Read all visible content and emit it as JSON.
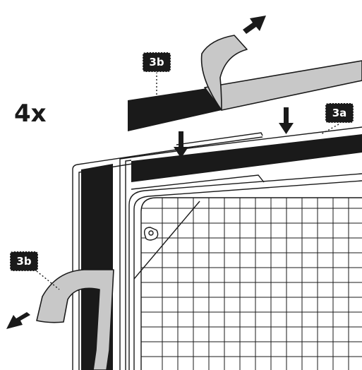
{
  "repeat_count": "4x",
  "callouts": {
    "top_strip": "3b",
    "adhesive_strip": "3a",
    "side_strip": "3b"
  },
  "colors": {
    "ink": "#1a1a1a",
    "tape_gray": "#c8c8c8",
    "white": "#ffffff"
  },
  "icons": [
    "arrow-up-right-icon",
    "arrow-down-left-icon",
    "arrow-down-icon"
  ]
}
